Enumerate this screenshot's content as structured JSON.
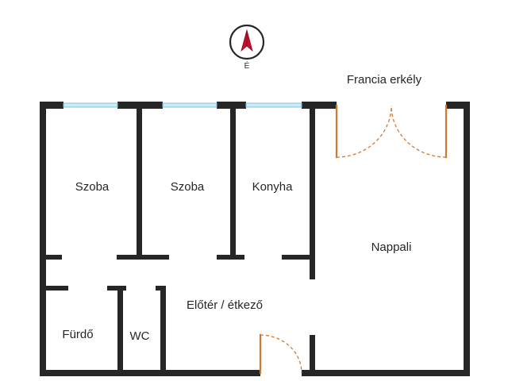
{
  "rooms": {
    "szoba1": "Szoba",
    "szoba2": "Szoba",
    "konyha": "Konyha",
    "nappali": "Nappali",
    "eloter": "Előtér / étkező",
    "furdo": "Fürdő",
    "wc": "WC",
    "erkely": "Francia erkély"
  },
  "compass": {
    "icon": "compass-north-icon",
    "label": "É",
    "accent_color": "#c8102e"
  },
  "colors": {
    "wall": "#262626",
    "door": "#d2782e",
    "window": "#7fc3e0"
  }
}
